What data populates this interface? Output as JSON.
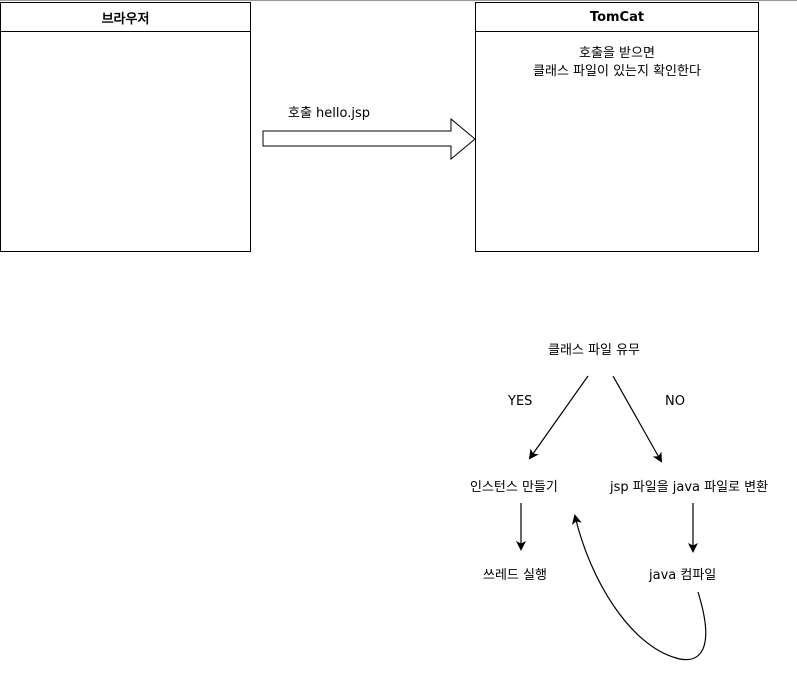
{
  "lanes": {
    "browser": {
      "title": "브라우저"
    },
    "tomcat": {
      "title": "TomCat",
      "note_line1": "호출을 받으면",
      "note_line2": "클래스 파일이 있는지 확인한다"
    }
  },
  "request_arrow": {
    "label": "호출 hello.jsp"
  },
  "flow": {
    "question": "클래스 파일 유무",
    "yes_label": "YES",
    "no_label": "NO",
    "create_instance": "인스턴스 만들기",
    "convert_to_java": "jsp 파일을 java 파일로 변환",
    "run_thread": "쓰레드 실행",
    "compile_java": "java 컴파일"
  }
}
